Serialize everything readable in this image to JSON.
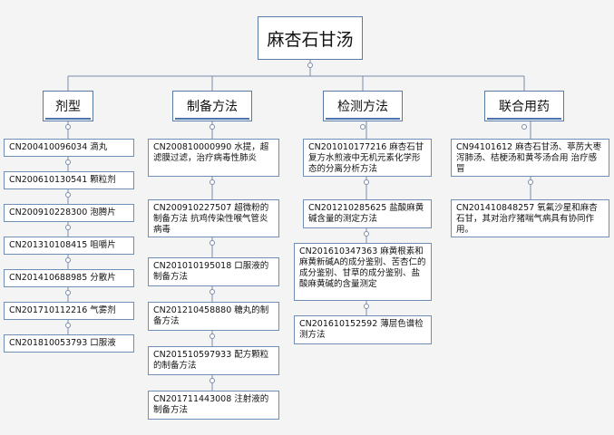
{
  "root": {
    "title": "麻杏石甘汤"
  },
  "categories": [
    {
      "label": "剂型"
    },
    {
      "label": "制备方法"
    },
    {
      "label": "检测方法"
    },
    {
      "label": "联合用药"
    }
  ],
  "dosage": [
    "CN200410096034 滴丸",
    "CN200610130541 颗粒剂",
    "CN200910228300 泡腾片",
    "CN201310108415 咀嚼片",
    "CN201410688985 分散片",
    "CN201710112216 气雾剂",
    "CN201810053793 口服液"
  ],
  "preparation": [
    "CN200810000990 水提，超滤膜过滤，治疗病毒性肺炎",
    "CN200910227507 超微粉的制备方法 抗鸡传染性喉气管炎病毒",
    "CN201010195018 口服液的制备方法",
    "CN201210458880 糖丸的制备方法",
    "CN201510597933 配方颗粒的制备方法",
    "CN201711443008 注射液的制备方法"
  ],
  "detection": [
    "CN201010177216 麻杏石甘复方水煎液中无机元素化学形态的分离分析方法",
    "CN201210285625 盐酸麻黄碱含量的测定方法",
    "CN201610347363 麻黄根素和麻黄新碱A的成分鉴别、苦杏仁的成分鉴别、甘草的成分鉴别、盐酸麻黄碱的含量测定",
    "CN201610152592 薄层色谱检测方法"
  ],
  "combination": [
    "CN94101612 麻杏石甘汤、葶苈大枣泻肺汤、桔梗汤和黄芩汤合用 治疗感冒",
    "CN201410848257 氧氟沙星和麻杏石甘，其对治疗猪喘气病具有协同作用。"
  ],
  "colors": {
    "line": "#7a8da8",
    "border": "#5a7aa6",
    "underline": "#4a74b0"
  }
}
